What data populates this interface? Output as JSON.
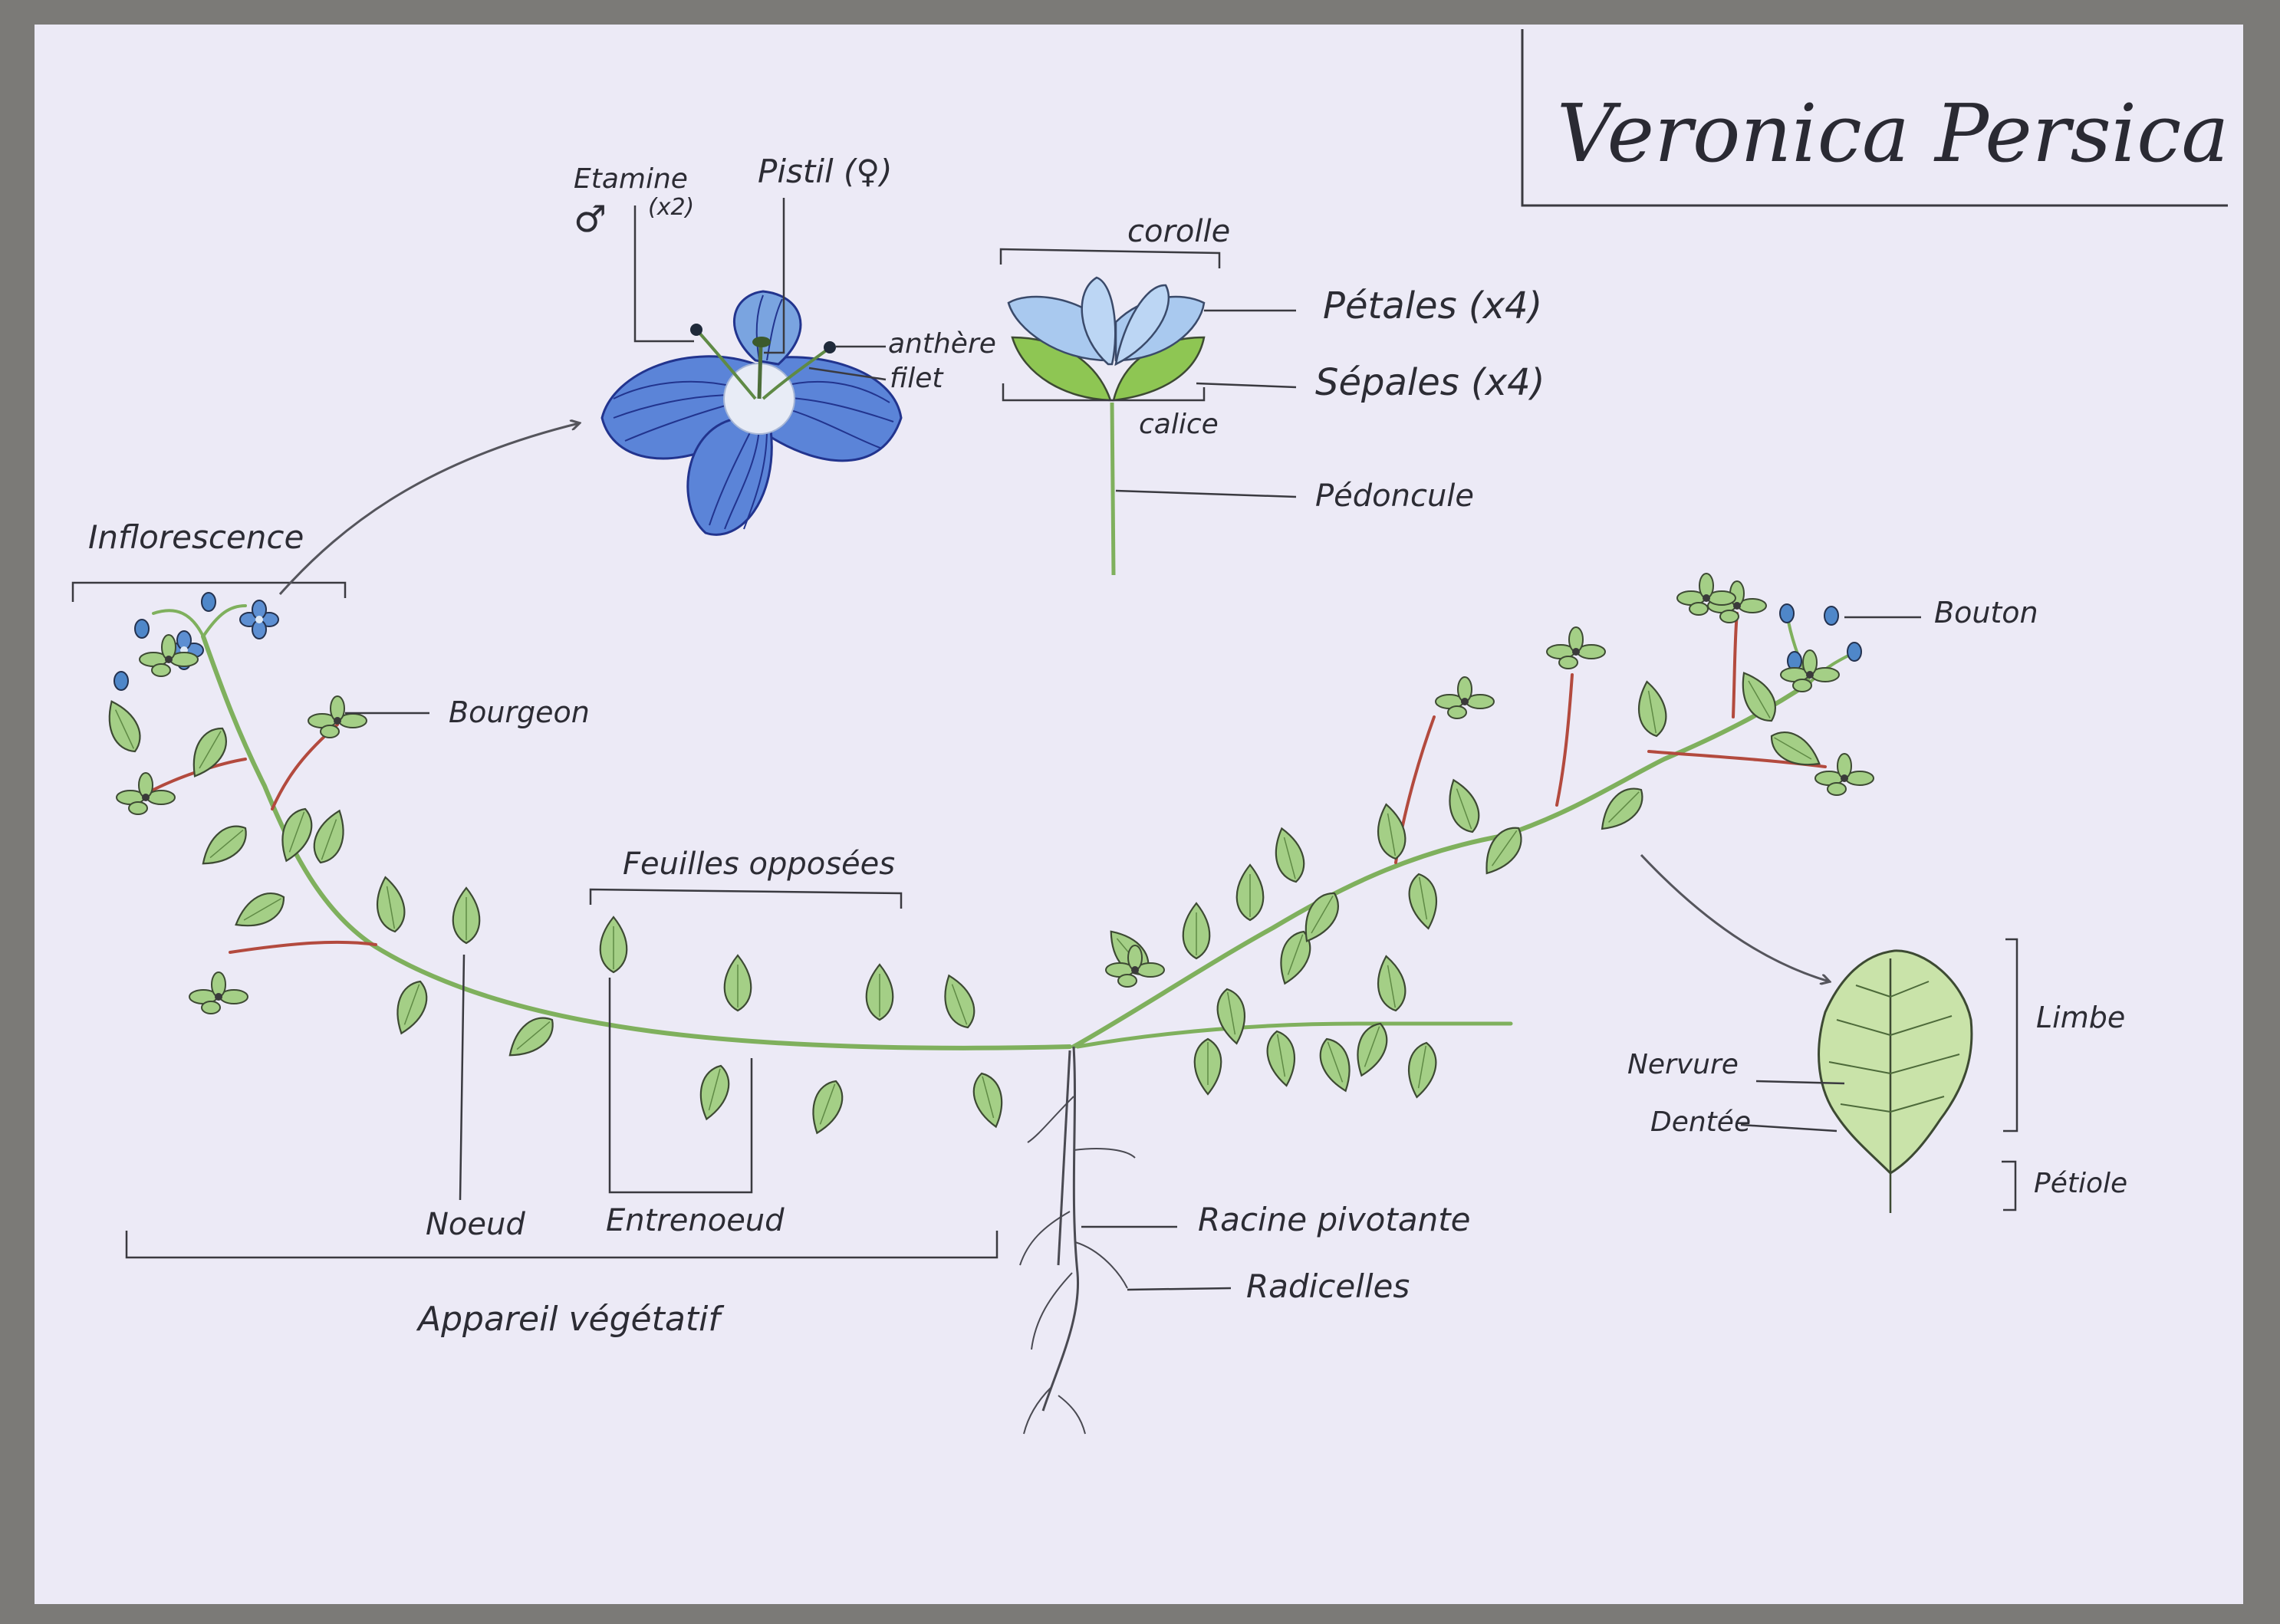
{
  "title": "Veronica Persica",
  "labels": {
    "inflorescence": "Inflorescence",
    "bourgeon": "Bourgeon",
    "etamine": "Etamine",
    "etamine_count": "(x2)",
    "male_symbol": "♂",
    "pistil": "Pistil (♀)",
    "anthere": "anthère",
    "filet": "filet",
    "corolle": "corolle",
    "petales": "Pétales (x4)",
    "sepales": "Sépales (x4)",
    "calice": "calice",
    "pedoncule": "Pédoncule",
    "bouton": "Bouton",
    "feuilles_opposees": "Feuilles opposées",
    "noeud": "Noeud",
    "entrenoeud": "Entrenoeud",
    "appareil_vegetatif": "Appareil végétatif",
    "racine_pivotante": "Racine pivotante",
    "radicelles": "Radicelles",
    "limbe": "Limbe",
    "nervure": "Nervure",
    "dentee": "Dentée",
    "petiole": "Pétiole"
  },
  "colors": {
    "paper": "#eceaf6",
    "background": "#7b7a77",
    "ink": "#2c2c34",
    "petal_blue": "#5b84d8",
    "vein_blue": "#22348e",
    "light_blue": "#a9c9ef",
    "sepal_green": "#8ec653",
    "leaf_green": "#a4cf86",
    "stem_green": "#7fb05d",
    "pedicel_red": "#b34a3e"
  }
}
